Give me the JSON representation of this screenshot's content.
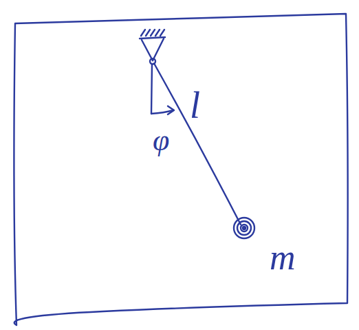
{
  "diagram": {
    "labels": [
      "l",
      "φ",
      "m"
    ]
  }
}
